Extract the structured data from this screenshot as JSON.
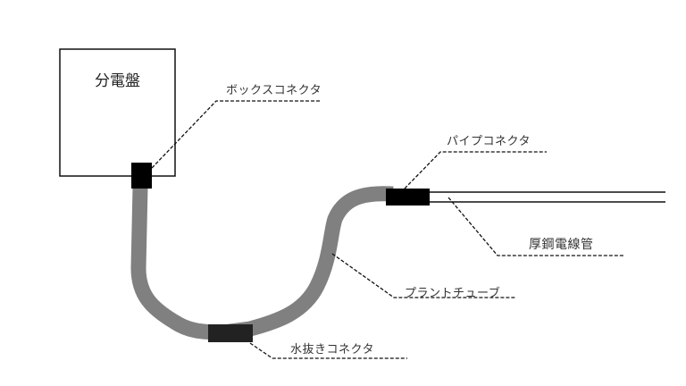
{
  "diagram": {
    "panel_label": "分電盤",
    "labels": {
      "box_connector": "ボックスコネクタ",
      "pipe_connector": "パイプコネクタ",
      "steel_conduit": "厚鋼電線管",
      "plant_tube": "プラントチューブ",
      "drain_connector": "水抜きコネクタ"
    },
    "colors": {
      "tube": "#808080",
      "connector": "#000000",
      "drain_connector": "#222222",
      "line": "#000000"
    }
  }
}
